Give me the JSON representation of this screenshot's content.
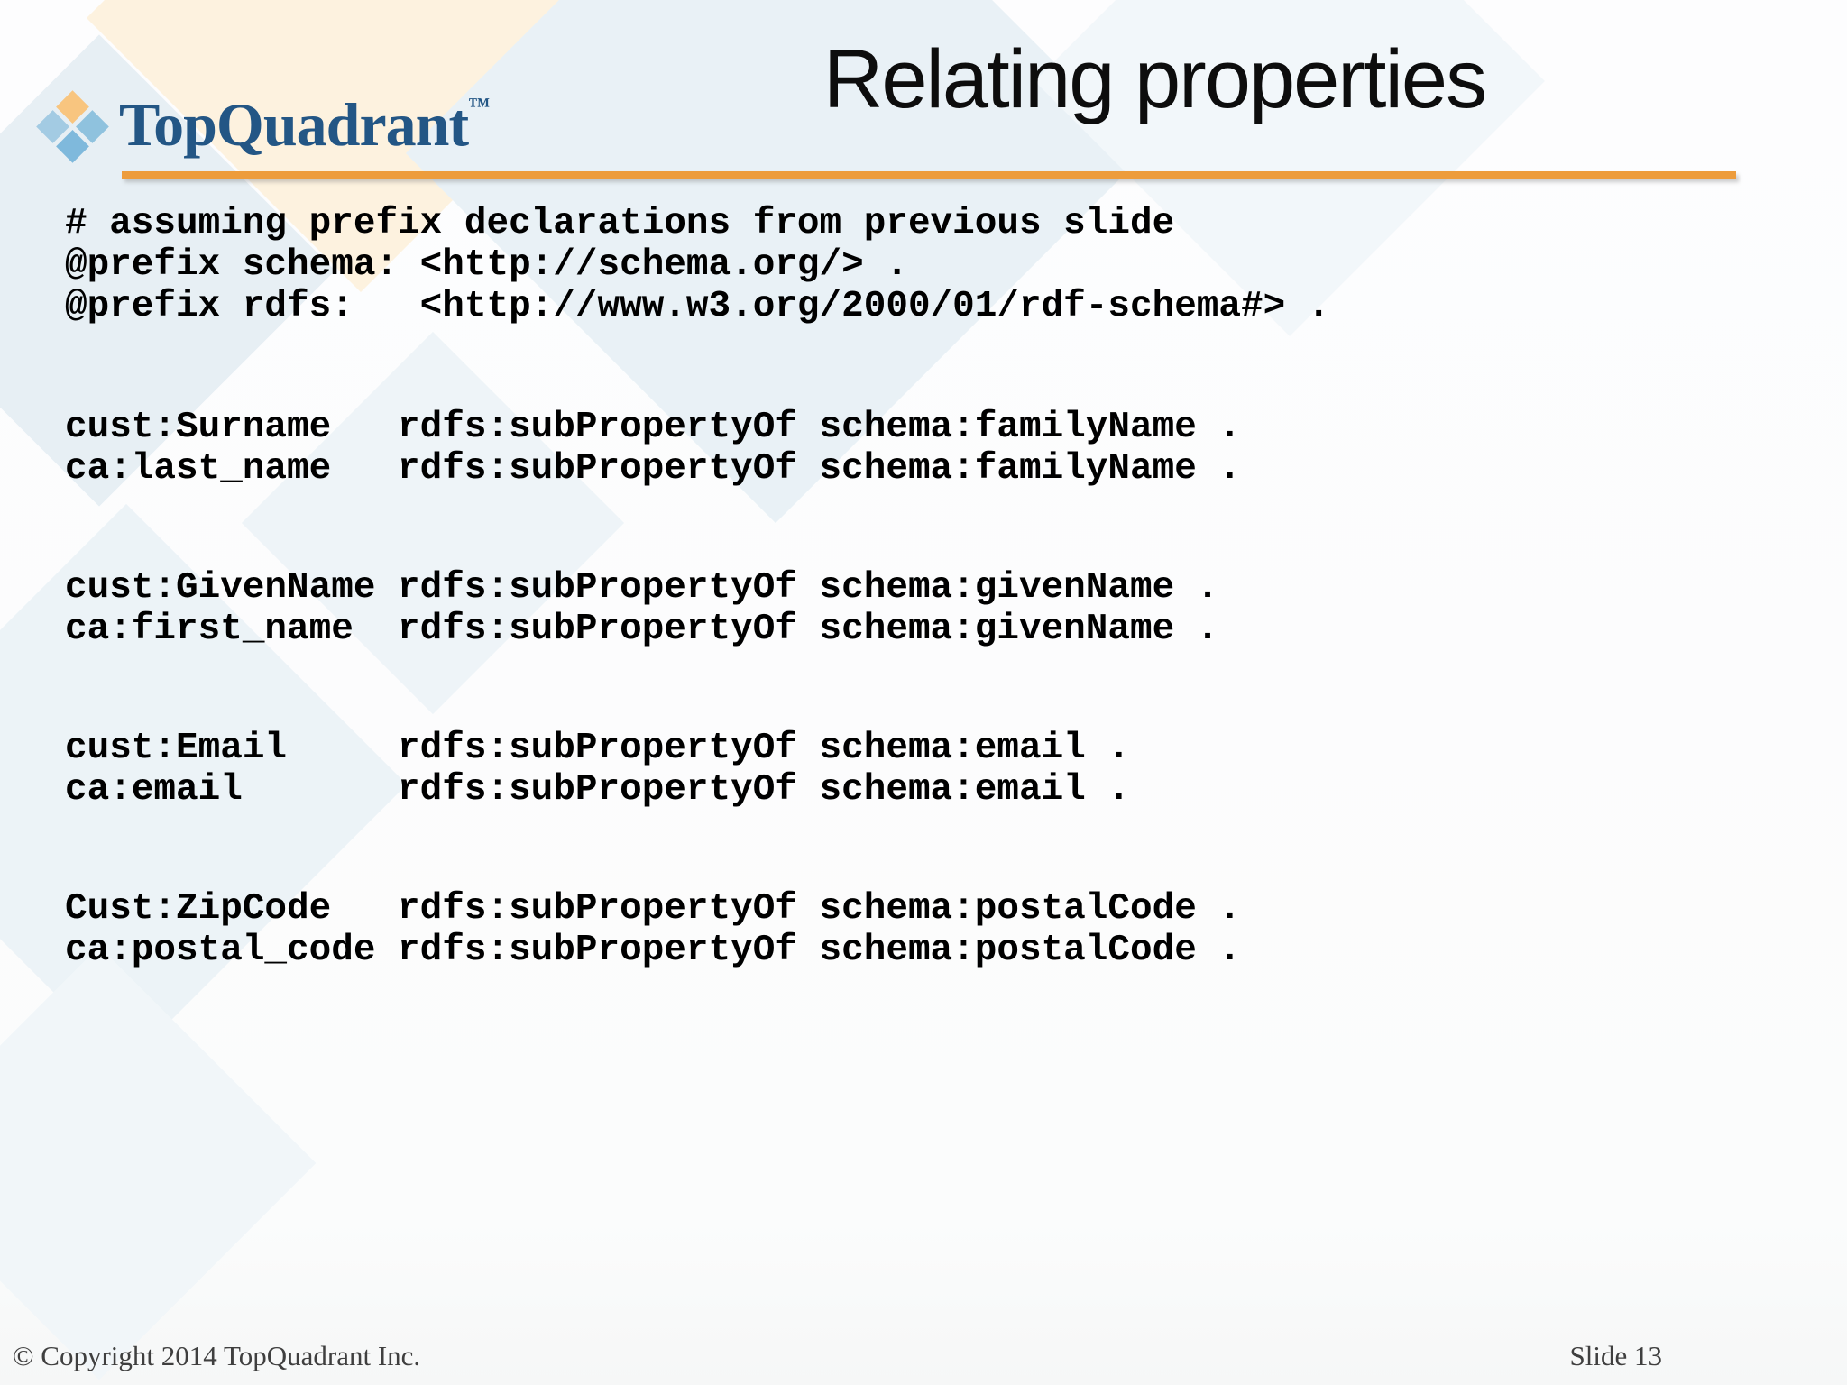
{
  "slide": {
    "title": "Relating properties",
    "copyright": "© Copyright 2014 TopQuadrant Inc.",
    "slide_number_label": "Slide 13"
  },
  "logo": {
    "brand": "TopQuadrant",
    "trademark": "™",
    "diamond_colors": {
      "top": "#f8c57f",
      "left": "#a3cbe3",
      "right": "#8fc2de",
      "bottom": "#7fb9dc"
    },
    "brand_color": "#235685"
  },
  "accent": {
    "divider_color": "#ed9c3c"
  },
  "code": {
    "prefix_block": "# assuming prefix declarations from previous slide\n@prefix schema: <http://schema.org/> .\n@prefix rdfs:   <http://www.w3.org/2000/01/rdf-schema#> .",
    "groups": [
      {
        "lines": "cust:Surname   rdfs:subPropertyOf schema:familyName .\nca:last_name   rdfs:subPropertyOf schema:familyName ."
      },
      {
        "lines": "cust:GivenName rdfs:subPropertyOf schema:givenName .\nca:first_name  rdfs:subPropertyOf schema:givenName ."
      },
      {
        "lines": "cust:Email     rdfs:subPropertyOf schema:email .\nca:email       rdfs:subPropertyOf schema:email ."
      },
      {
        "lines": "Cust:ZipCode   rdfs:subPropertyOf schema:postalCode .\nca:postal_code rdfs:subPropertyOf schema:postalCode ."
      }
    ]
  }
}
